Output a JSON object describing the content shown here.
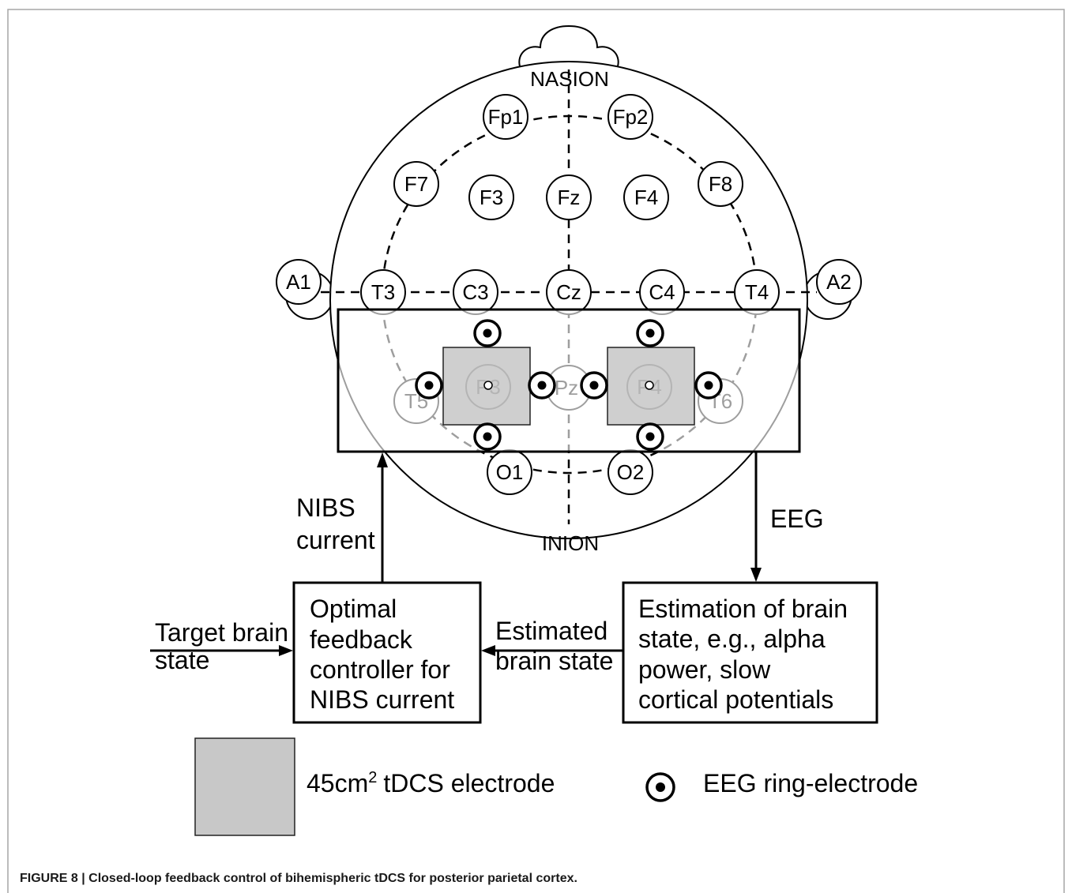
{
  "head": {
    "nasion_label": "NASION",
    "inion_label": "INION",
    "electrodes": {
      "fp1": "Fp1",
      "fp2": "Fp2",
      "f7": "F7",
      "f3": "F3",
      "fz": "Fz",
      "f4": "F4",
      "f8": "F8",
      "a1": "A1",
      "t3": "T3",
      "c3": "C3",
      "cz": "Cz",
      "c4": "C4",
      "t4": "T4",
      "a2": "A2",
      "t5": "T5",
      "p3": "P3",
      "pz": "Pz",
      "p4": "P4",
      "t6": "T6",
      "o1": "O1",
      "o2": "O2"
    }
  },
  "signals": {
    "nibs_current": [
      "NIBS",
      "current"
    ],
    "eeg": "EEG",
    "estimated_brain_state": [
      "Estimated",
      "brain state"
    ],
    "target_brain_state": [
      "Target brain",
      "state"
    ]
  },
  "blocks": {
    "controller": [
      "Optimal",
      "feedback",
      "controller for",
      "NIBS current"
    ],
    "estimator": [
      "Estimation of brain",
      "state, e.g., alpha",
      "power, slow",
      "cortical potentials"
    ]
  },
  "legend": {
    "tdcs_electrode": {
      "prefix": "45cm",
      "superscript": "2",
      "suffix": "tDCS electrode"
    },
    "eeg_ring_electrode": "EEG ring-electrode"
  },
  "caption": "FIGURE 8 | Closed-loop feedback control of bihemispheric tDCS for posterior parietal cortex."
}
